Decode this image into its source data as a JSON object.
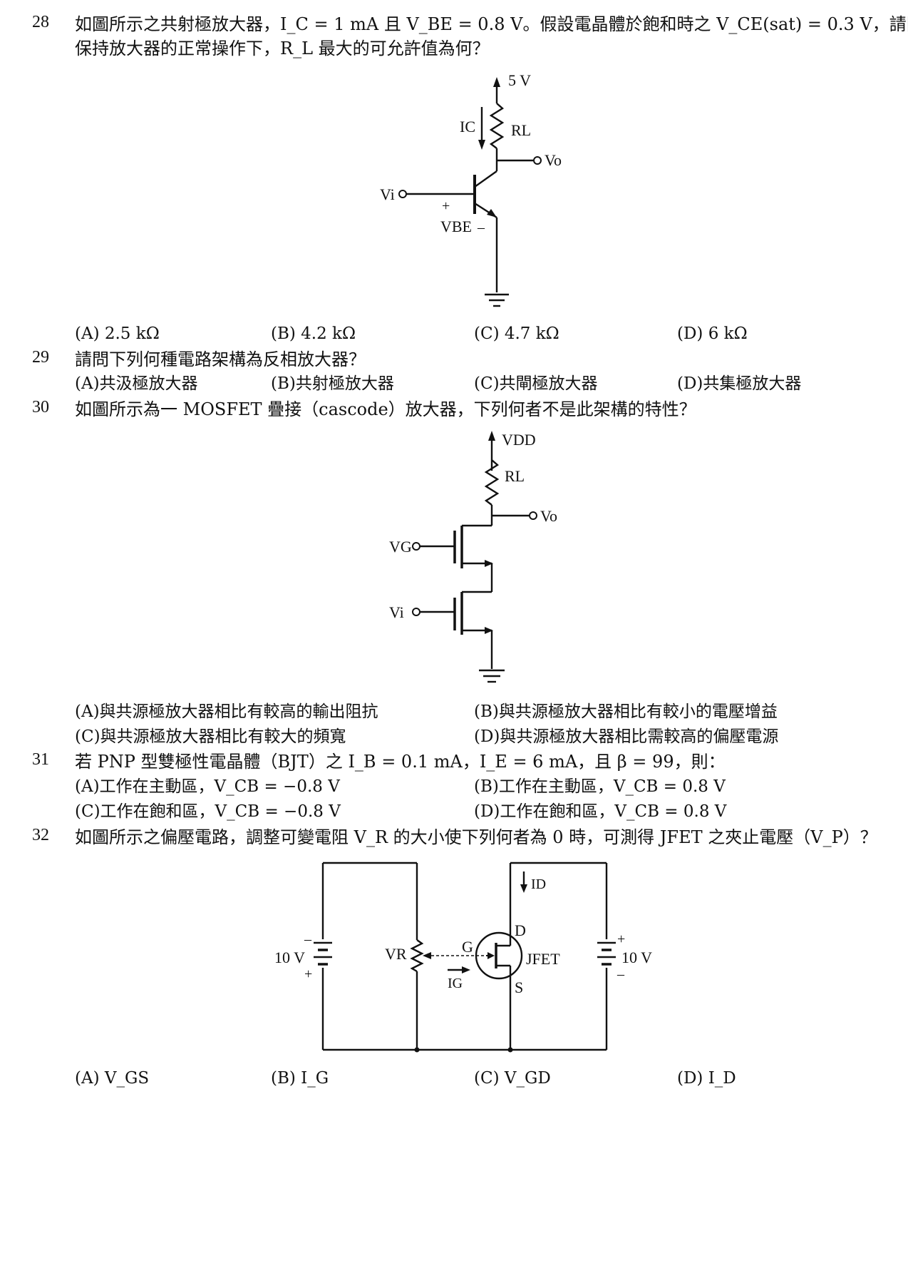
{
  "questions": [
    {
      "number": "28",
      "stem_lines": [
        "如圖所示之共射極放大器，I_C = 1 mA 且 V_BE = 0.8 V。假設電晶體於飽和時之 V_CE(sat) = 0.3 V，請問在",
        "保持放大器的正常操作下，R_L 最大的可允許值為何？"
      ],
      "options": [
        "(A) 2.5 kΩ",
        "(B) 4.2 kΩ",
        "(C) 4.7 kΩ",
        "(D) 6 kΩ"
      ],
      "figure_labels": {
        "supply": "5 V",
        "ic": "IC",
        "rl": "RL",
        "vo": "Vo",
        "vi": "Vi",
        "plus": "+",
        "vbe": "VBE",
        "minus": "–"
      }
    },
    {
      "number": "29",
      "stem_lines": [
        "請問下列何種電路架構為反相放大器？"
      ],
      "options": [
        "(A)共汲極放大器",
        "(B)共射極放大器",
        "(C)共閘極放大器",
        "(D)共集極放大器"
      ]
    },
    {
      "number": "30",
      "stem_lines": [
        "如圖所示為一 MOSFET 疊接（cascode）放大器，下列何者不是此架構的特性？"
      ],
      "options": [
        "(A)與共源極放大器相比有較高的輸出阻抗",
        "(B)與共源極放大器相比有較小的電壓增益",
        "(C)與共源極放大器相比有較大的頻寬",
        "(D)與共源極放大器相比需較高的偏壓電源"
      ],
      "figure_labels": {
        "vdd": "VDD",
        "rl": "RL",
        "vo": "Vo",
        "vg": "VG",
        "vi": "Vi"
      }
    },
    {
      "number": "31",
      "stem_lines": [
        "若 PNP 型雙極性電晶體（BJT）之 I_B = 0.1 mA，I_E = 6 mA，且 β = 99，則："
      ],
      "options": [
        "(A)工作在主動區，V_CB = −0.8 V",
        "(B)工作在主動區，V_CB = 0.8 V",
        "(C)工作在飽和區，V_CB = −0.8 V",
        "(D)工作在飽和區，V_CB = 0.8 V"
      ]
    },
    {
      "number": "32",
      "stem_lines": [
        "如圖所示之偏壓電路，調整可變電阻 V_R 的大小使下列何者為 0 時，可測得 JFET 之夾止電壓（V_P）？"
      ],
      "options": [
        "(A) V_GS",
        "(B) I_G",
        "(C) V_GD",
        "(D) I_D"
      ],
      "figure_labels": {
        "v1": "10 V",
        "v2": "10 V",
        "vr": "VR",
        "g": "G",
        "ig": "IG",
        "d": "D",
        "s": "S",
        "id": "ID",
        "jfet": "JFET",
        "plus": "+",
        "minus": "–"
      }
    }
  ]
}
